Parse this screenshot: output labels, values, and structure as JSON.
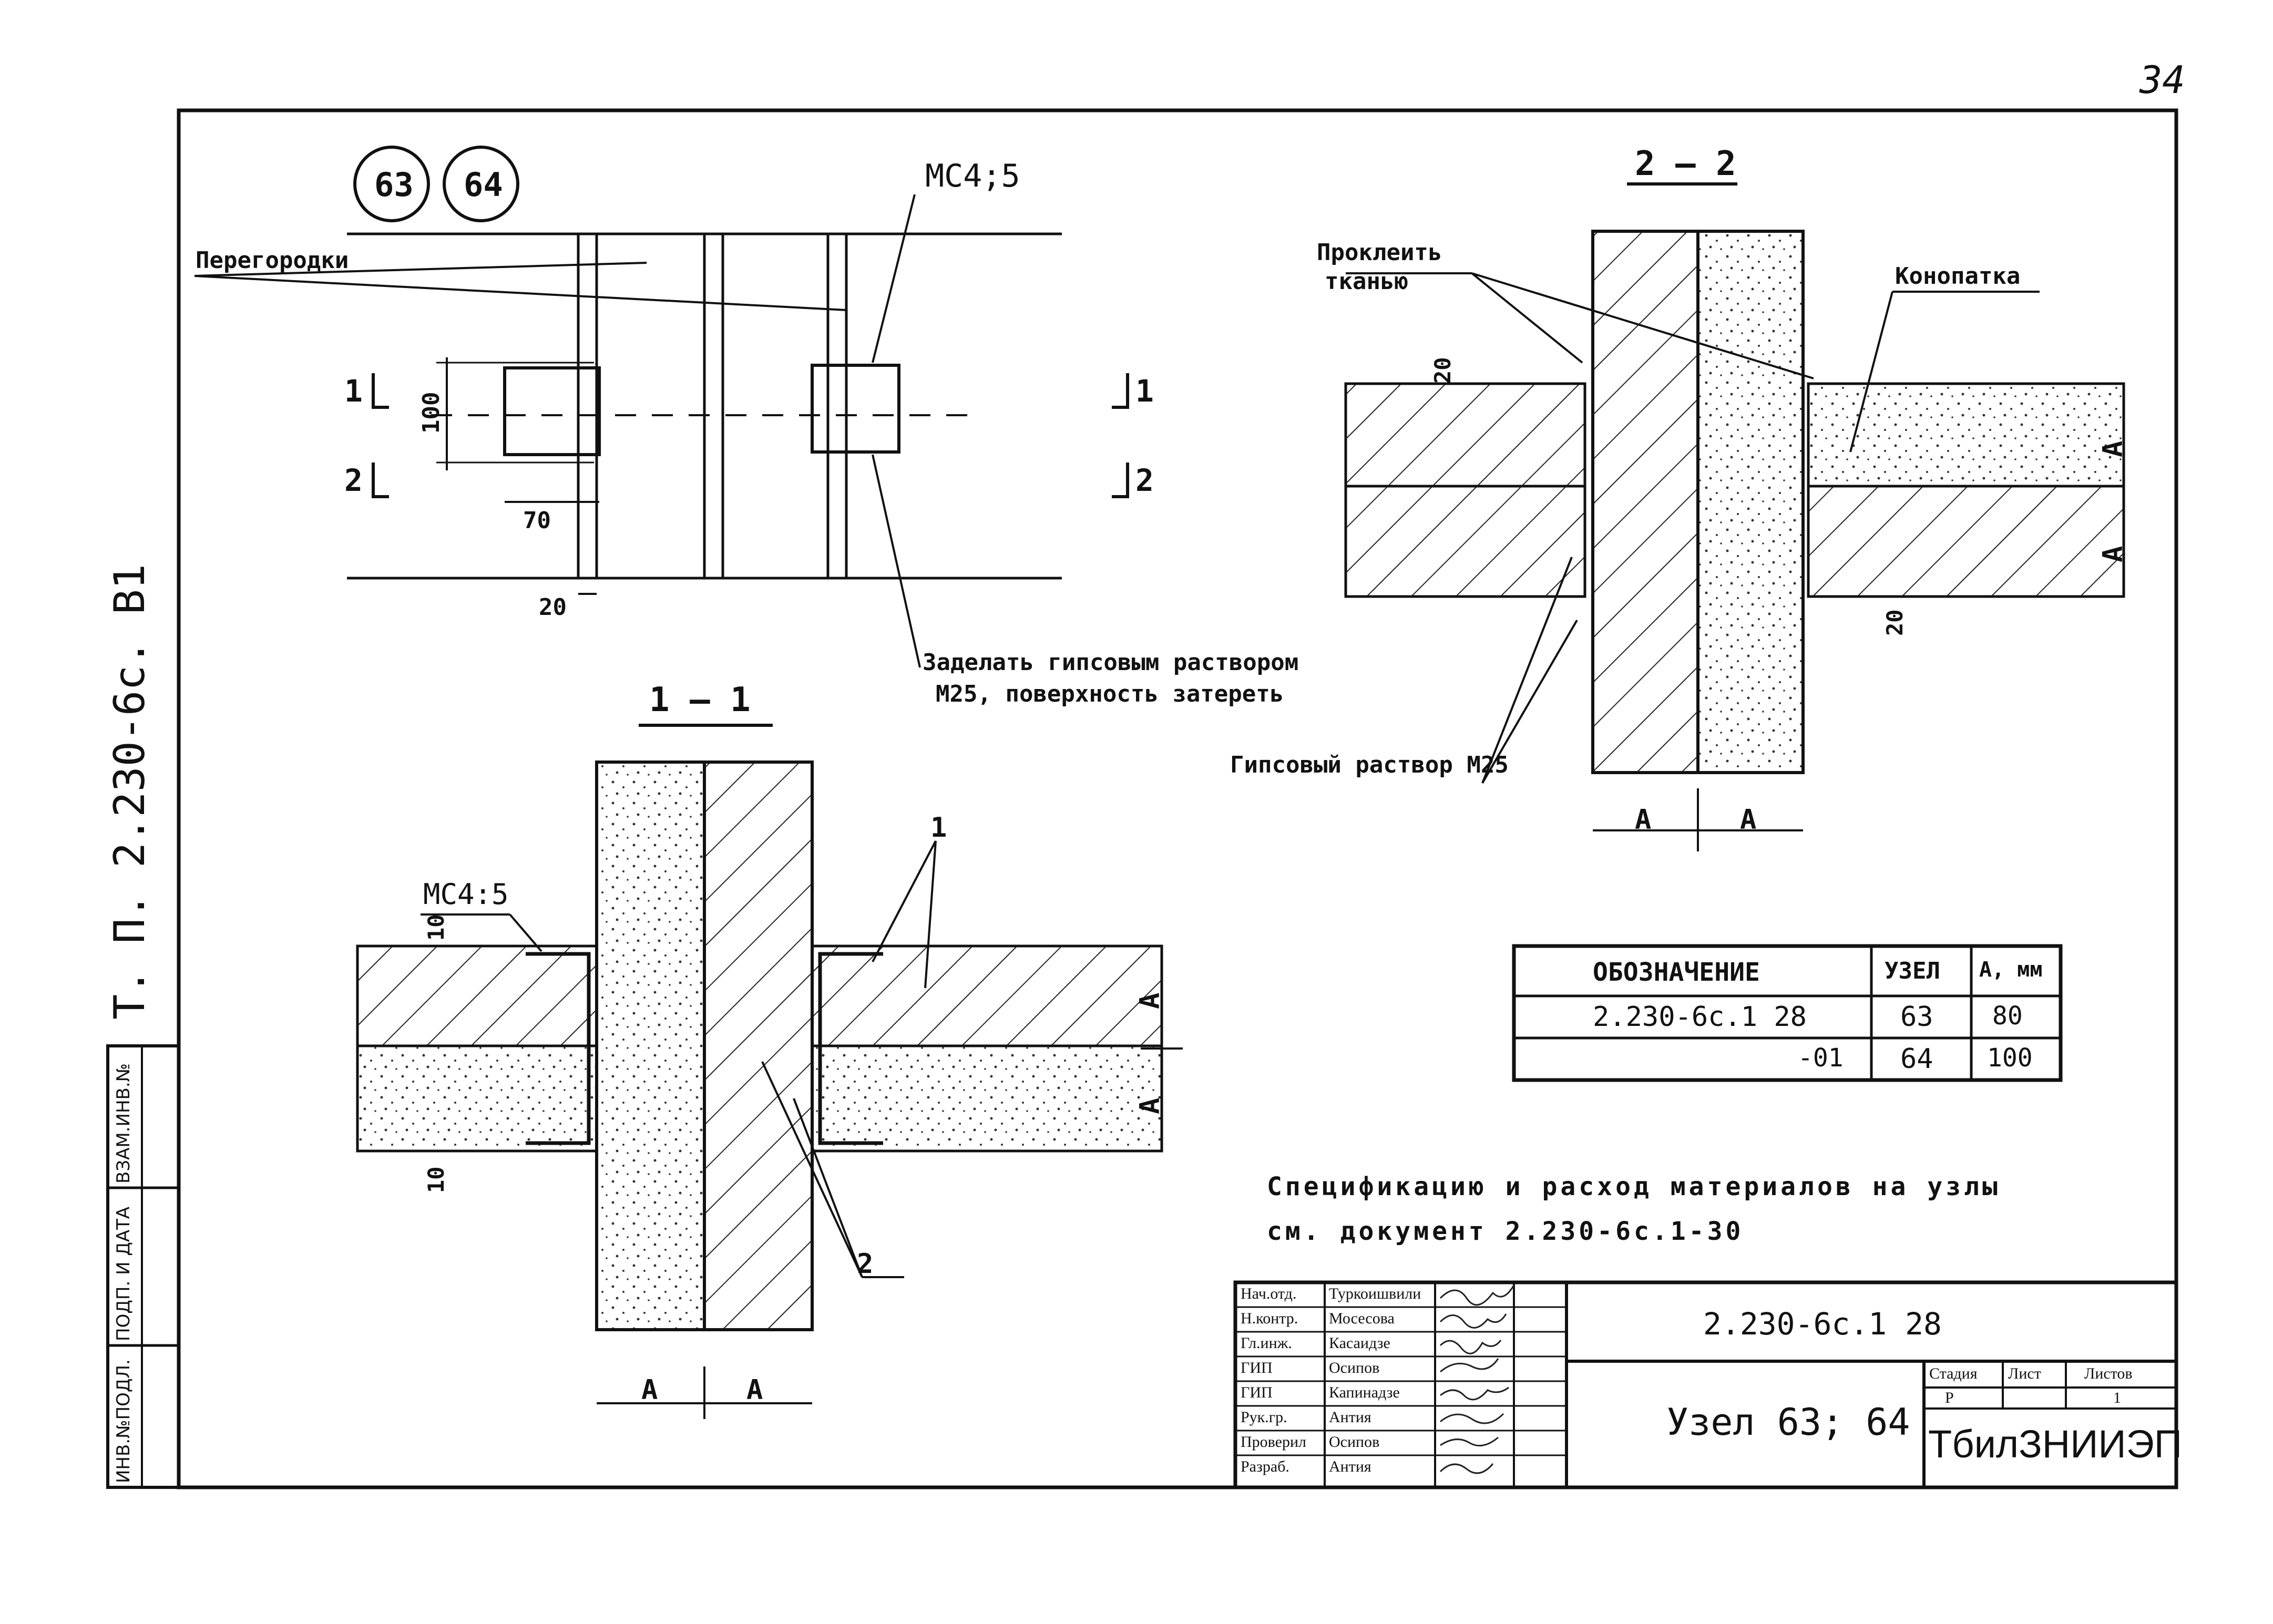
{
  "sheet_number": "34",
  "side_code": "Т. П.   2.230-6с. В1",
  "side_stamp": [
    "ИНВ.№ПОДЛ.",
    "ПОДП. И ДАТА",
    "ВЗАМ.ИНВ.№"
  ],
  "plan": {
    "node_marks": [
      "63",
      "64"
    ],
    "label_partitions": "Перегородки",
    "label_ms": "МС4;5",
    "dim_100": "100",
    "dim_70": "70",
    "dim_20": "20",
    "section_marks": [
      "1",
      "2",
      "1",
      "2"
    ],
    "note_seal": "Заделать гипсовым раствором",
    "note_seal2": "М25, поверхность затереть"
  },
  "section_1_1": {
    "title": "1 — 1",
    "label_ms": "МС4:5",
    "callout_1": "1",
    "callout_2": "2",
    "dim_10_top": "10",
    "dim_10_bot": "10",
    "dim_a": [
      "А",
      "А",
      "А",
      "А"
    ]
  },
  "section_2_2": {
    "title": "2 — 2",
    "label_glue": "Проклеить",
    "label_glue2": "тканью",
    "label_caulk": "Конопатка",
    "label_mortar": "Гипсовый раствор М25",
    "dim_20_top": "20",
    "dim_20_bot": "20",
    "dim_a": [
      "А",
      "А",
      "А",
      "А"
    ]
  },
  "table": {
    "headers": [
      "ОБОЗНАЧЕНИЕ",
      "УЗЕЛ",
      "А, мм"
    ],
    "rows": [
      [
        "2.230-6с.1  28",
        "63",
        "80"
      ],
      [
        "-01",
        "64",
        "100"
      ]
    ]
  },
  "note": {
    "line1": "Спецификацию и расход материалов на узлы",
    "line2": "см. документ   2.230-6с.1-30"
  },
  "title_block": {
    "signers": [
      {
        "role": "Нач.отд.",
        "name": "Туркоишвили"
      },
      {
        "role": "Н.контр.",
        "name": "Мосесова"
      },
      {
        "role": "Гл.инж.",
        "name": "Касаидзе"
      },
      {
        "role": "ГИП",
        "name": "Осипов"
      },
      {
        "role": "ГИП",
        "name": "Капинадзе"
      },
      {
        "role": "Рук.гр.",
        "name": "Антия"
      },
      {
        "role": "Проверил",
        "name": "Осипов"
      },
      {
        "role": "Разраб.",
        "name": "Антия"
      }
    ],
    "code": "2.230-6с.1  28",
    "sheet_title": "Узел 63; 64",
    "stage_label": "Стадия",
    "sheet_label": "Лист",
    "sheets_label": "Листов",
    "stage_value": "Р",
    "sheets_value": "1",
    "organization": "ТбилЗНИИЭП"
  }
}
